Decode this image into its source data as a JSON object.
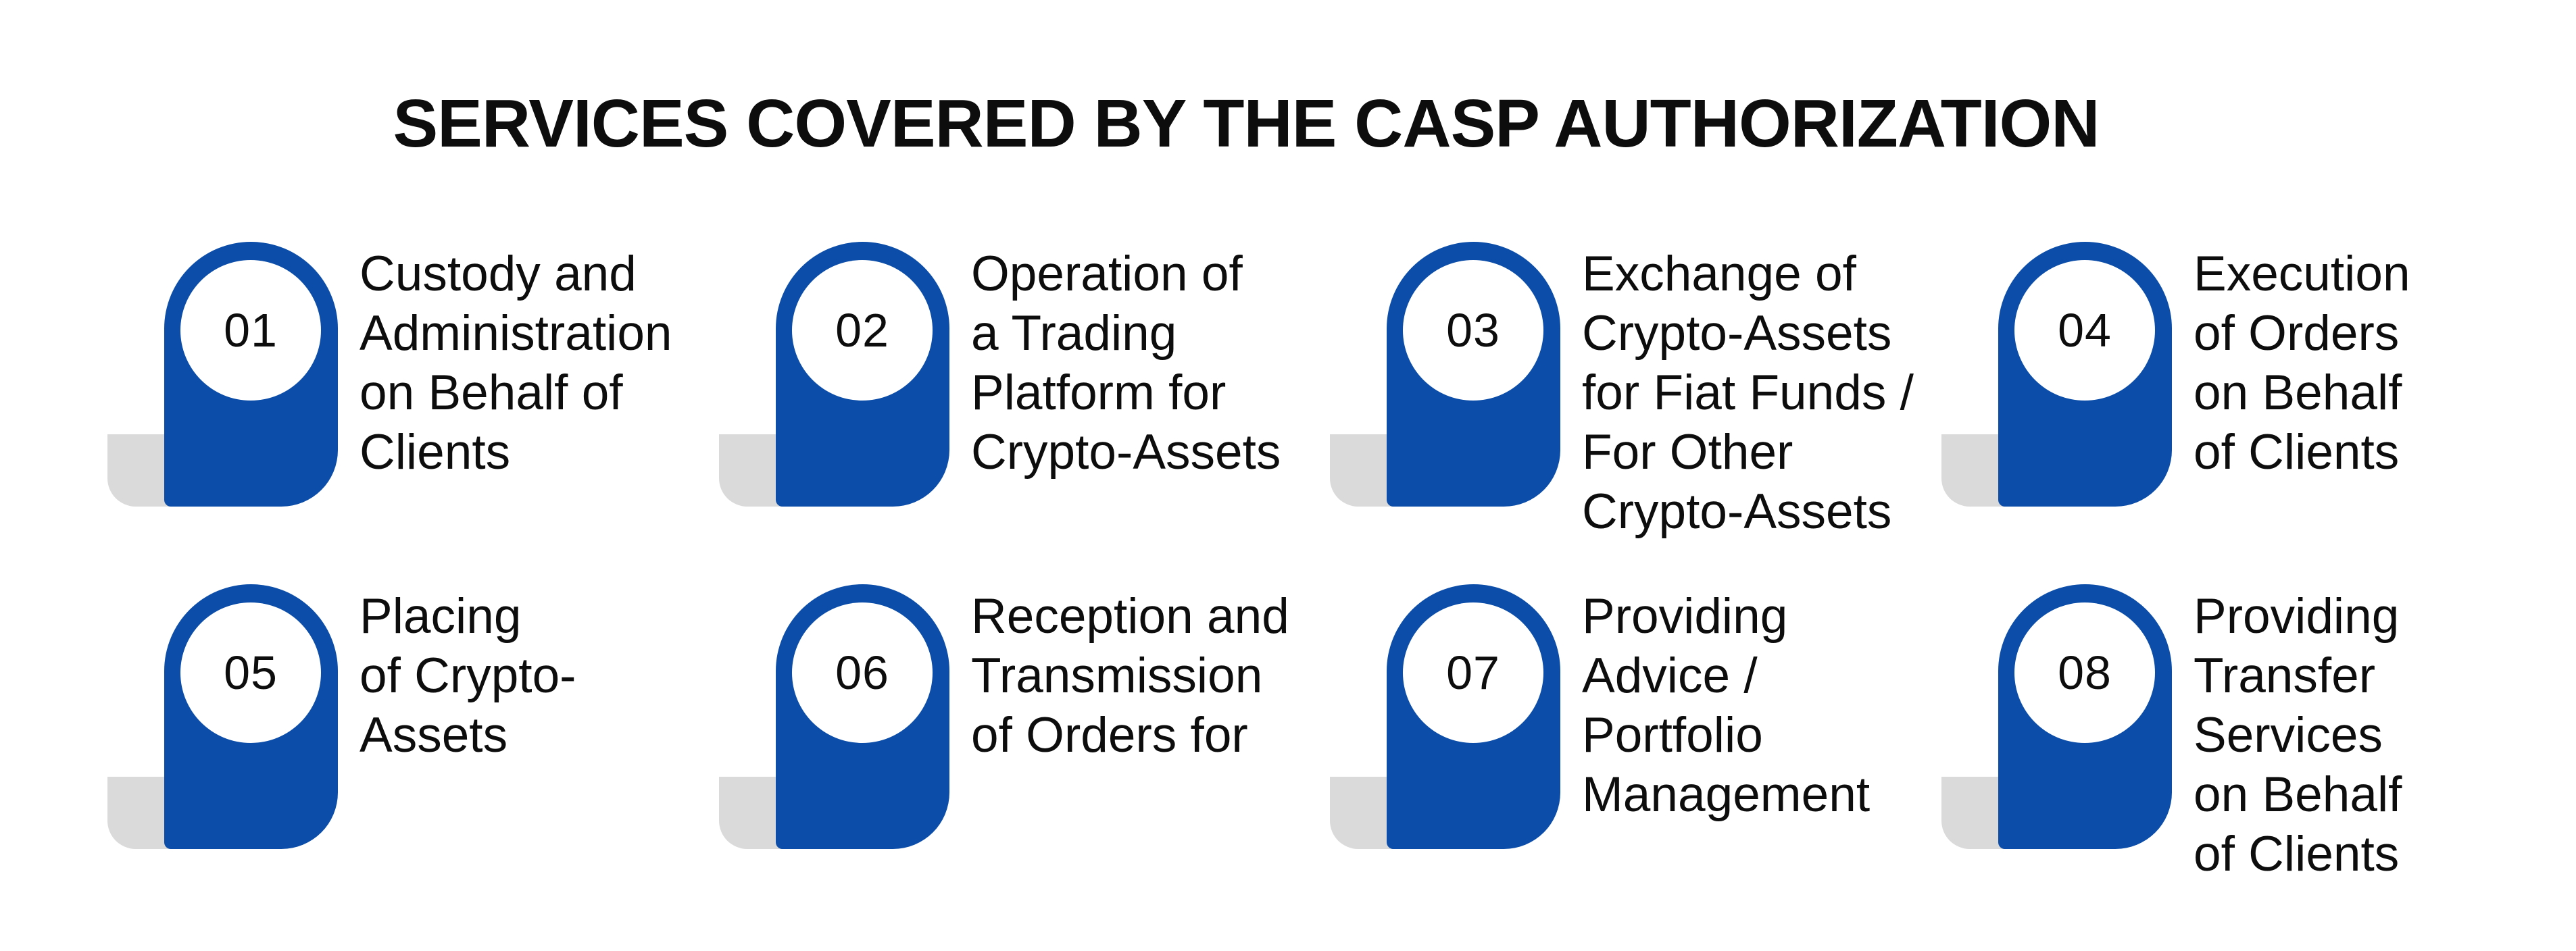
{
  "title": "SERVICES COVERED BY THE CASP AUTHORIZATION",
  "colors": {
    "blue": "#0B4DA8",
    "gray": "#DADADA",
    "text": "#0D0D0D",
    "background": "#FFFFFF"
  },
  "items": [
    {
      "number": "01",
      "lines": [
        "Custody and",
        "Administration",
        "on Behalf of",
        "Clients"
      ]
    },
    {
      "number": "02",
      "lines": [
        "Operation of",
        "a Trading",
        "Platform for",
        "Crypto-Assets"
      ]
    },
    {
      "number": "03",
      "lines": [
        "Exchange of",
        "Crypto-Assets",
        "for Fiat Funds /",
        "For Other",
        "Crypto-Assets"
      ]
    },
    {
      "number": "04",
      "lines": [
        "Execution",
        "of Orders",
        "on Behalf",
        "of Clients"
      ]
    },
    {
      "number": "05",
      "lines": [
        "Placing",
        "of Crypto-",
        "Assets"
      ]
    },
    {
      "number": "06",
      "lines": [
        "Reception and",
        "Transmission",
        "of Orders for"
      ]
    },
    {
      "number": "07",
      "lines": [
        "Providing",
        "Advice /",
        "Portfolio",
        "Management"
      ]
    },
    {
      "number": "08",
      "lines": [
        "Providing",
        "Transfer",
        "Services",
        "on Behalf",
        "of Clients"
      ]
    }
  ]
}
